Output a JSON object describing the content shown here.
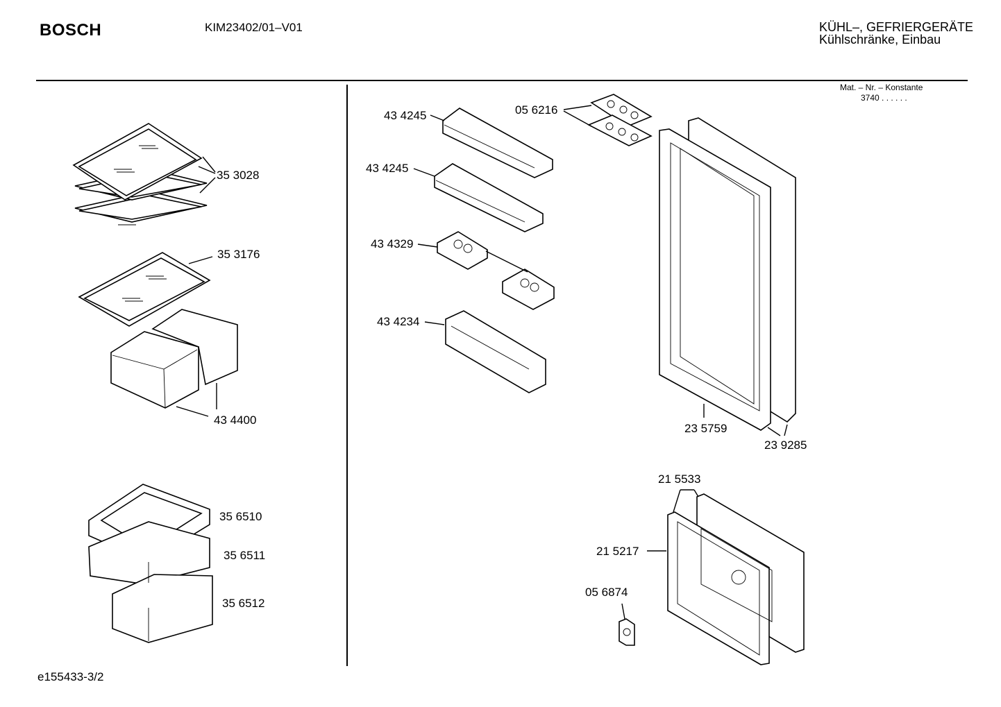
{
  "header": {
    "brand": "BOSCH",
    "model": "KIM23402/01–V01",
    "category_line1": "KÜHL–, GEFRIERGERÄTE",
    "category_line2": "Kühlschränke, Einbau",
    "mat_label": "Mat. – Nr. – Konstante",
    "mat_value": "3740  .  .   .  .  .  ."
  },
  "footer": {
    "doc_id": "e155433-3/2"
  },
  "parts": [
    {
      "id": "p353028",
      "number": "35 3028"
    },
    {
      "id": "p353176",
      "number": "35 3176"
    },
    {
      "id": "p434400",
      "number": "43 4400"
    },
    {
      "id": "p356510",
      "number": "35 6510"
    },
    {
      "id": "p356511",
      "number": "35 6511"
    },
    {
      "id": "p356512",
      "number": "35 6512"
    },
    {
      "id": "p434245a",
      "number": "43 4245"
    },
    {
      "id": "p434245b",
      "number": "43 4245"
    },
    {
      "id": "p434329",
      "number": "43 4329"
    },
    {
      "id": "p434234",
      "number": "43 4234"
    },
    {
      "id": "p056216",
      "number": "05 6216"
    },
    {
      "id": "p235759",
      "number": "23 5759"
    },
    {
      "id": "p239285",
      "number": "23 9285"
    },
    {
      "id": "p215533",
      "number": "21 5533"
    },
    {
      "id": "p215217",
      "number": "21 5217"
    },
    {
      "id": "p056874",
      "number": "05 6874"
    }
  ]
}
